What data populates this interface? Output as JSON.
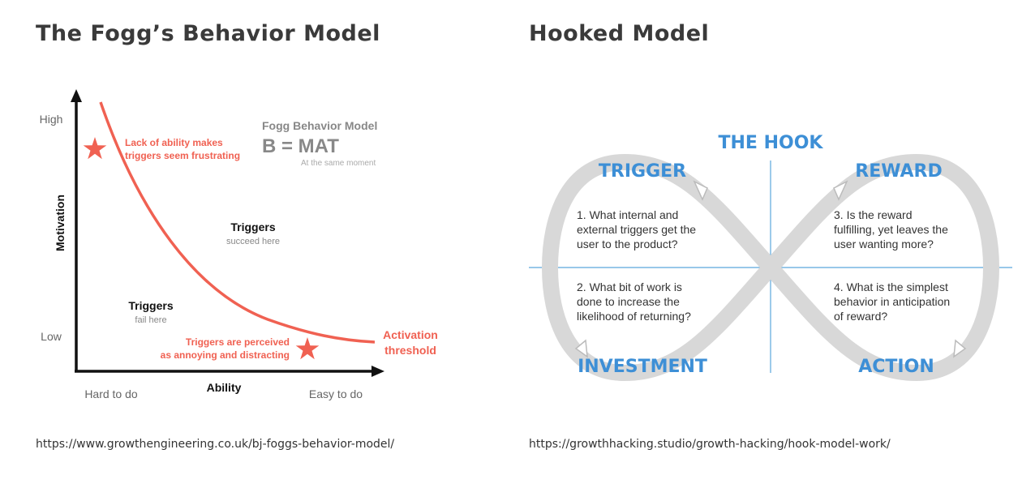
{
  "fogg": {
    "heading": "The Fogg’s Behavior Model",
    "y_high": "High",
    "y_low": "Low",
    "y_axis_label": "Motivation",
    "x_axis_label": "Ability",
    "x_hard": "Hard to do",
    "x_easy": "Easy to do",
    "model_title": "Fogg Behavior Model",
    "formula": "B = MAT",
    "formula_note": "At the same moment",
    "note_top_line1": "Lack of ability makes",
    "note_top_line2": "triggers seem frustrating",
    "succeed_title": "Triggers",
    "succeed_sub": "succeed here",
    "fail_title": "Triggers",
    "fail_sub": "fail here",
    "note_bottom_line1": "Triggers are perceived",
    "note_bottom_line2": "as annoying and distracting",
    "threshold_line1": "Activation",
    "threshold_line2": "threshold",
    "source": "https://www.growthengineering.co.uk/bj-foggs-behavior-model/",
    "colors": {
      "accent": "#f06152",
      "axis": "#111111",
      "muted": "#888888"
    }
  },
  "hooked": {
    "heading": "Hooked Model",
    "the_hook": "THE HOOK",
    "trigger": "TRIGGER",
    "reward": "REWARD",
    "investment": "INVESTMENT",
    "action": "ACTION",
    "q1": [
      "1. What internal and",
      "external triggers get the",
      "user to the product?"
    ],
    "q3": [
      "3. Is the reward",
      "fulfilling, yet leaves the",
      "user wanting more?"
    ],
    "q2": [
      "2. What bit of work is",
      "done to increase the",
      "likelihood of returning?"
    ],
    "q4": [
      "4. What is the simplest",
      "behavior in anticipation",
      "of reward?"
    ],
    "source": "https://growthhacking.studio/growth-hacking/hook-model-work/",
    "colors": {
      "label": "#3d8fd6",
      "loop": "#d8d8d8",
      "text": "#333333"
    }
  }
}
